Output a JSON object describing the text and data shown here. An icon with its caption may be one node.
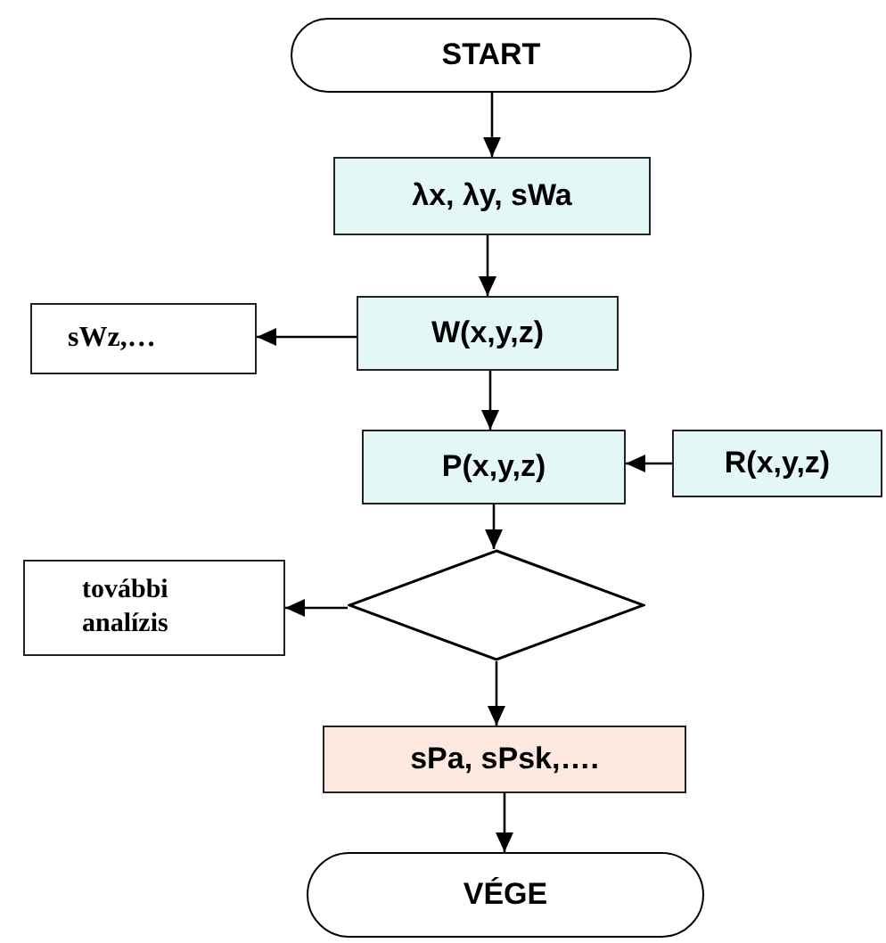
{
  "diagram": {
    "nodes": [
      {
        "text": [
          "START"
        ]
      },
      {
        "text": [
          "λx, λy, sWa"
        ]
      },
      {
        "text": [
          "W(x,y,z)"
        ]
      },
      {
        "text": [
          "sWz,…"
        ]
      },
      {
        "text": [
          "P(x,y,z)"
        ]
      },
      {
        "text": [
          "R(x,y,z)"
        ]
      },
      {
        "text": [],
        "shape": "diamond"
      },
      {
        "text": [
          "további analízis"
        ]
      },
      {
        "text": [
          "sPa, sPsk,…."
        ]
      },
      {
        "text": [
          "VÉGE"
        ]
      }
    ],
    "edges": [
      {
        "from": 0,
        "to": 1,
        "arrow": "to"
      },
      {
        "from": 1,
        "to": 2,
        "arrow": "to"
      },
      {
        "from": 2,
        "to": 3,
        "arrow": "to"
      },
      {
        "from": 2,
        "to": 4,
        "arrow": "to"
      },
      {
        "from": 5,
        "to": 4,
        "arrow": "to"
      },
      {
        "from": 4,
        "to": 6,
        "arrow": "to"
      },
      {
        "from": 6,
        "to": 7,
        "arrow": "to"
      },
      {
        "from": 6,
        "to": 8,
        "arrow": "to"
      },
      {
        "from": 8,
        "to": 9,
        "arrow": "to"
      }
    ]
  }
}
